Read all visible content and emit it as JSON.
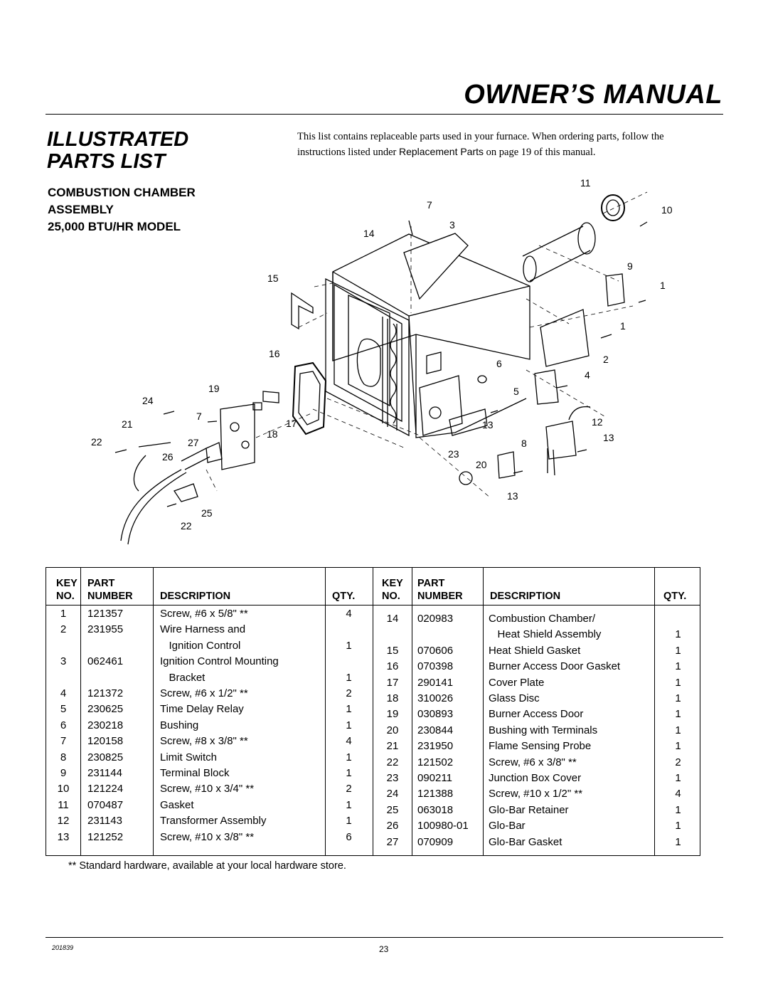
{
  "header": {
    "title": "OWNER’S MANUAL"
  },
  "section": {
    "title_line1": "ILLUSTRATED",
    "title_line2": "PARTS LIST",
    "subtitle_line1": "COMBUSTION CHAMBER",
    "subtitle_line2": "ASSEMBLY",
    "subtitle_line3": "25,000 BTU/HR MODEL"
  },
  "intro": {
    "line1": "This list contains replaceable parts used in your furnace. When ordering parts, follow the",
    "line2_before": "instructions listed under ",
    "line2_ref": "Replacement Parts",
    "line2_after": " on page 19 of this manual."
  },
  "diagram": {
    "callouts": [
      "11",
      "7",
      "10",
      "3",
      "14",
      "9",
      "15",
      "1",
      "1",
      "16",
      "6",
      "2",
      "4",
      "19",
      "5",
      "24",
      "7",
      "21",
      "17",
      "12",
      "18",
      "13",
      "27",
      "13",
      "22",
      "8",
      "26",
      "23",
      "20",
      "13",
      "25",
      "22"
    ]
  },
  "table": {
    "headers": {
      "key": "KEY",
      "no": "NO.",
      "part": "PART",
      "number": "NUMBER",
      "description": "DESCRIPTION",
      "qty": "QTY."
    },
    "left_rows": [
      {
        "key": "1",
        "part": "121357",
        "desc": "Screw, #6 x 5/8\" **",
        "qty": "4"
      },
      {
        "key": "2",
        "part": "231955",
        "desc": "Wire Harness and",
        "qty": ""
      },
      {
        "key": "",
        "part": "",
        "desc": "   Ignition Control",
        "qty": "1"
      },
      {
        "key": "3",
        "part": "062461",
        "desc": "Ignition Control Mounting",
        "qty": ""
      },
      {
        "key": "",
        "part": "",
        "desc": "   Bracket",
        "qty": "1"
      },
      {
        "key": "4",
        "part": "121372",
        "desc": "Screw, #6 x 1/2\" **",
        "qty": "2"
      },
      {
        "key": "5",
        "part": "230625",
        "desc": "Time Delay Relay",
        "qty": "1"
      },
      {
        "key": "6",
        "part": "230218",
        "desc": "Bushing",
        "qty": "1"
      },
      {
        "key": "7",
        "part": "120158",
        "desc": "Screw, #8 x 3/8\" **",
        "qty": "4"
      },
      {
        "key": "8",
        "part": "230825",
        "desc": "Limit Switch",
        "qty": "1"
      },
      {
        "key": "9",
        "part": "231144",
        "desc": "Terminal Block",
        "qty": "1"
      },
      {
        "key": "10",
        "part": "121224",
        "desc": "Screw, #10 x 3/4\" **",
        "qty": "2"
      },
      {
        "key": "11",
        "part": "070487",
        "desc": "Gasket",
        "qty": "1"
      },
      {
        "key": "12",
        "part": "231143",
        "desc": "Transformer Assembly",
        "qty": "1"
      },
      {
        "key": "13",
        "part": "121252",
        "desc": "Screw, #10 x 3/8\" **",
        "qty": "6"
      }
    ],
    "right_rows": [
      {
        "key": "14",
        "part": "020983",
        "desc": "Combustion Chamber/",
        "qty": ""
      },
      {
        "key": "",
        "part": "",
        "desc": "   Heat Shield Assembly",
        "qty": "1"
      },
      {
        "key": "15",
        "part": "070606",
        "desc": "Heat Shield Gasket",
        "qty": "1"
      },
      {
        "key": "16",
        "part": "070398",
        "desc": "Burner Access Door Gasket",
        "qty": "1"
      },
      {
        "key": "17",
        "part": "290141",
        "desc": "Cover Plate",
        "qty": "1"
      },
      {
        "key": "18",
        "part": "310026",
        "desc": "Glass Disc",
        "qty": "1"
      },
      {
        "key": "19",
        "part": "030893",
        "desc": "Burner Access Door",
        "qty": "1"
      },
      {
        "key": "20",
        "part": "230844",
        "desc": "Bushing with Terminals",
        "qty": "1"
      },
      {
        "key": "21",
        "part": "231950",
        "desc": "Flame Sensing Probe",
        "qty": "1"
      },
      {
        "key": "22",
        "part": "121502",
        "desc": "Screw, #6 x 3/8\" **",
        "qty": "2"
      },
      {
        "key": "23",
        "part": "090211",
        "desc": "Junction Box Cover",
        "qty": "1"
      },
      {
        "key": "24",
        "part": "121388",
        "desc": "Screw, #10 x 1/2\" **",
        "qty": "4"
      },
      {
        "key": "25",
        "part": "063018",
        "desc": "Glo-Bar Retainer",
        "qty": "1"
      },
      {
        "key": "26",
        "part": "100980-01",
        "desc": "Glo-Bar",
        "qty": "1"
      },
      {
        "key": "27",
        "part": "070909",
        "desc": "Glo-Bar Gasket",
        "qty": "1"
      }
    ]
  },
  "footnote": "** Standard hardware, available at your local hardware store.",
  "footer": {
    "doc_number": "201839",
    "page_number": "23"
  }
}
